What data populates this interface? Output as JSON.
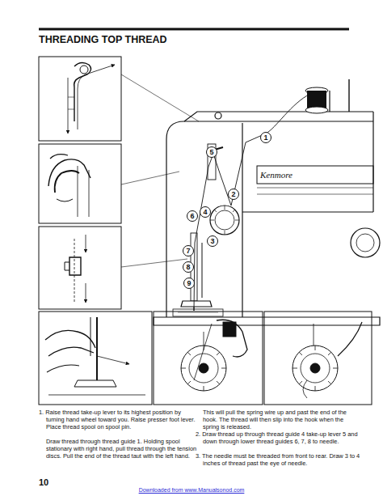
{
  "diagram": {
    "title": "THREADING TOP THREAD",
    "nodes": [
      {
        "text": [
          "1"
        ]
      },
      {
        "text": [
          "2"
        ]
      },
      {
        "text": [
          "3"
        ]
      },
      {
        "text": [
          "4"
        ]
      },
      {
        "text": [
          "5"
        ]
      },
      {
        "text": [
          "6"
        ]
      },
      {
        "text": [
          "7"
        ]
      },
      {
        "text": [
          "8"
        ]
      },
      {
        "text": [
          "9"
        ]
      }
    ],
    "labels": [
      "Kenmore",
      "1. Raise thread take-up lever to its highest position by turning hand wheel toward you. Raise presser foot lever. Place thread spool on spool pin.",
      "Draw thread through thread guide 1. Holding spool stationary with right hand, pull thread through the tension discs. Pull the end of the thread taut with the left hand.",
      "This will pull the spring wire up and past the end of the hook. The thread will then slip into the hook when the spring is released.",
      "2. Draw thread up through thread guide 4 take-up lever 5 and down through lower thread guides 6, 7, 8 to needle.",
      "3. The needle must be threaded from front to rear. Draw 3 to 4 inches of thread past the eye of needle.",
      "10",
      "Downloaded from www.Manualsonod.com"
    ]
  }
}
